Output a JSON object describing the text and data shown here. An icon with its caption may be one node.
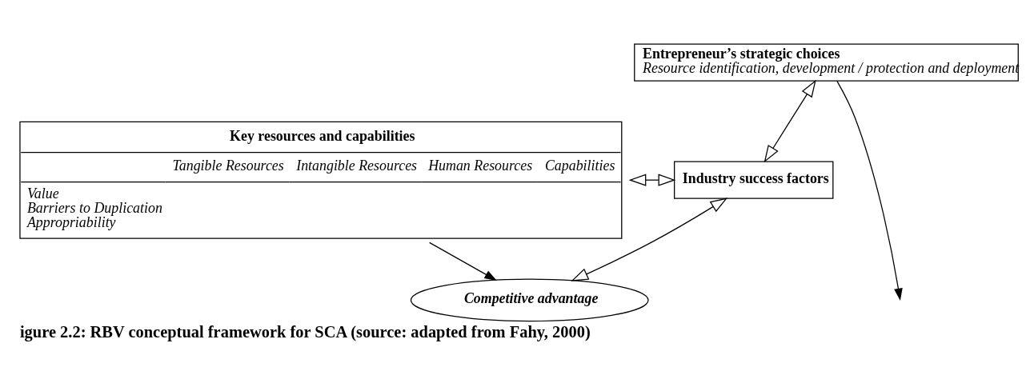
{
  "diagram": {
    "caption": "igure 2.2: RBV conceptual framework for SCA (source: adapted from Fahy, 2000)",
    "nodes": [
      {
        "text": [
          "Key resources and capabilities",
          "Tangible Resources",
          "Intangible Resources",
          "Human Resources",
          "Capabilities",
          "Value",
          "Barriers to Duplication",
          "Appropriability"
        ]
      },
      {
        "text": [
          "Entrepreneur’s strategic choices",
          "Resource identification, development / protection and deployment"
        ]
      },
      {
        "text": [
          "Industry success factors"
        ]
      },
      {
        "text": [
          "Competitive advantage"
        ]
      }
    ],
    "edges": [
      {
        "from": 1,
        "to": null,
        "arrow": "to"
      },
      {
        "from": 0,
        "to": 2,
        "arrow": "both"
      },
      {
        "from": 1,
        "to": 2,
        "arrow": "both"
      },
      {
        "from": 2,
        "to": 3,
        "arrow": "both"
      },
      {
        "from": 0,
        "to": 3,
        "arrow": "to"
      }
    ]
  }
}
